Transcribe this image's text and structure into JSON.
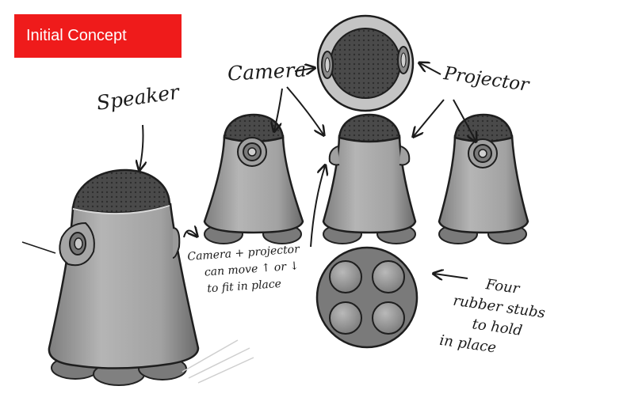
{
  "badge": {
    "label": "Initial Concept",
    "color": "#ef1b1b"
  },
  "labels": {
    "speaker": "Speaker",
    "camera": "Camera",
    "projector": "Projector",
    "move_lines": [
      "Camera + projector",
      "can move ↑ or ↓",
      "to fit in place"
    ],
    "stubs_lines": [
      "Four",
      "rubber stubs",
      "to hold",
      "in place"
    ]
  },
  "colors": {
    "body": "#9a9a9a",
    "body_dark": "#6e6e6e",
    "speaker_grille": "#4a4a4a",
    "stub": "#8c8c8c",
    "ink": "#1b1b1b"
  }
}
